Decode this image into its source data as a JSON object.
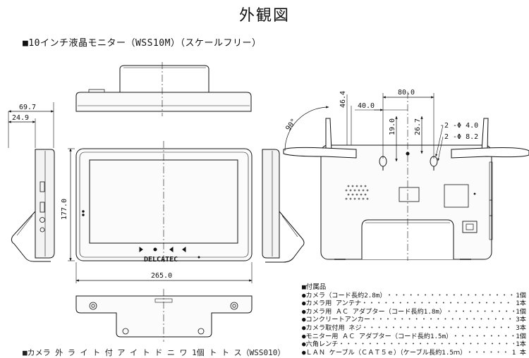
{
  "title": "外観図",
  "subtitle": "■10インチ液晶モニター（WSS10M）（スケールフリー）",
  "dims": {
    "d697": "69.7",
    "d249": "24.9",
    "d464": "46.4",
    "d800": "80.0",
    "d400": "40.0",
    "d190": "19.0",
    "d267": "26.7",
    "hole1": "2 -Φ 4.0",
    "hole2": "2 -Φ 8.2",
    "angle": "90°",
    "d1770": "177.0",
    "d2650": "265.0"
  },
  "brand": "DELCATEC",
  "accessories": {
    "heading": "■付属品",
    "items": [
      {
        "name": "カメラ（コード長約2.8m）",
        "qty": "1個"
      },
      {
        "name": "カメラ用 アンテナ",
        "qty": "1本"
      },
      {
        "name": "カメラ用 ＡＣ アダプター（コード長約1.8m）",
        "qty": "1個"
      },
      {
        "name": "コンクリートアンカー",
        "qty": "3本"
      },
      {
        "name": "カメラ取付用 ネジ",
        "qty": "3本"
      },
      {
        "name": "モニター用 ＡＣ アダプター（コード長約1.5m）",
        "qty": "1個"
      },
      {
        "name": "六角レンチ",
        "qty": "1本"
      },
      {
        "name": "ＬＡＮ ケーブル（ＣＡＴ５ｅ）（ケーブル長約1.5ｍ）",
        "qty": "1 本"
      }
    ],
    "dots": "・・・・・・・・・・・・・・・・・・・・・・・・・・・・・・"
  },
  "footer_cut": "■カメラ 外 ラ イ ト 付 ア イ ト ド ニ ワ 1個 ト ト ス（WSS010）"
}
